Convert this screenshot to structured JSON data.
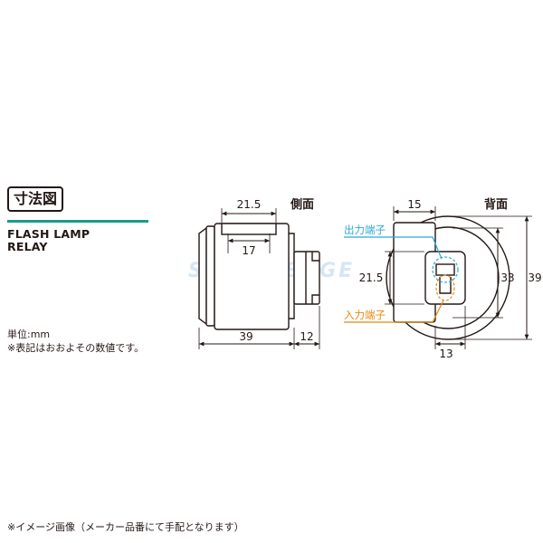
{
  "header": {
    "title": "寸法図"
  },
  "product": {
    "name_line1": "FLASH LAMP",
    "name_line2": "RELAY"
  },
  "notes": {
    "unit": "単位:mm",
    "approx": "※表記はおおよその数値です。"
  },
  "side_view": {
    "label": "側面",
    "dims": {
      "top_width": "21.5",
      "inner_width": "17",
      "total_length": "39",
      "plug_length": "12"
    }
  },
  "back_view": {
    "label": "背面",
    "dims": {
      "top_offset": "15",
      "slot_height": "21.5",
      "inner_height": "33",
      "outer_height": "39",
      "bottom_offset": "13"
    },
    "callouts": {
      "output": "出力端子",
      "input": "入力端子"
    },
    "colors": {
      "output": "#2fa8d8",
      "input": "#e8880f"
    }
  },
  "watermark": "SPEED EDGE",
  "footer": {
    "note": "※イメージ画像（メーカー品番にて手配となります）"
  }
}
